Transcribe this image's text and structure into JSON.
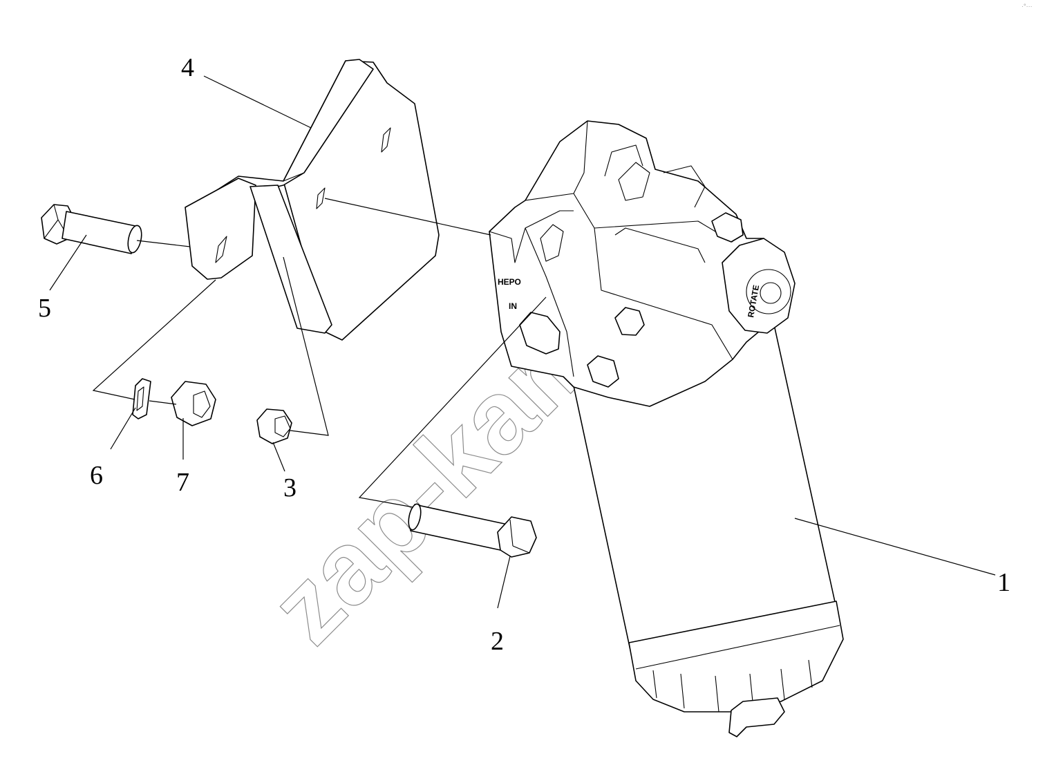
{
  "watermark": "zap-kam.ru",
  "corner_mark": "·°···",
  "housing_text": {
    "line1": "НЕРО",
    "line2": "IN"
  },
  "dial_text": "ROTATE",
  "callouts": [
    {
      "id": "1",
      "label": "1"
    },
    {
      "id": "2",
      "label": "2"
    },
    {
      "id": "3",
      "label": "3"
    },
    {
      "id": "4",
      "label": "4"
    },
    {
      "id": "5",
      "label": "5"
    },
    {
      "id": "6",
      "label": "6"
    },
    {
      "id": "7",
      "label": "7"
    }
  ],
  "colors": {
    "line": "#000000",
    "background": "#ffffff",
    "watermark": "#8a8a8a"
  }
}
